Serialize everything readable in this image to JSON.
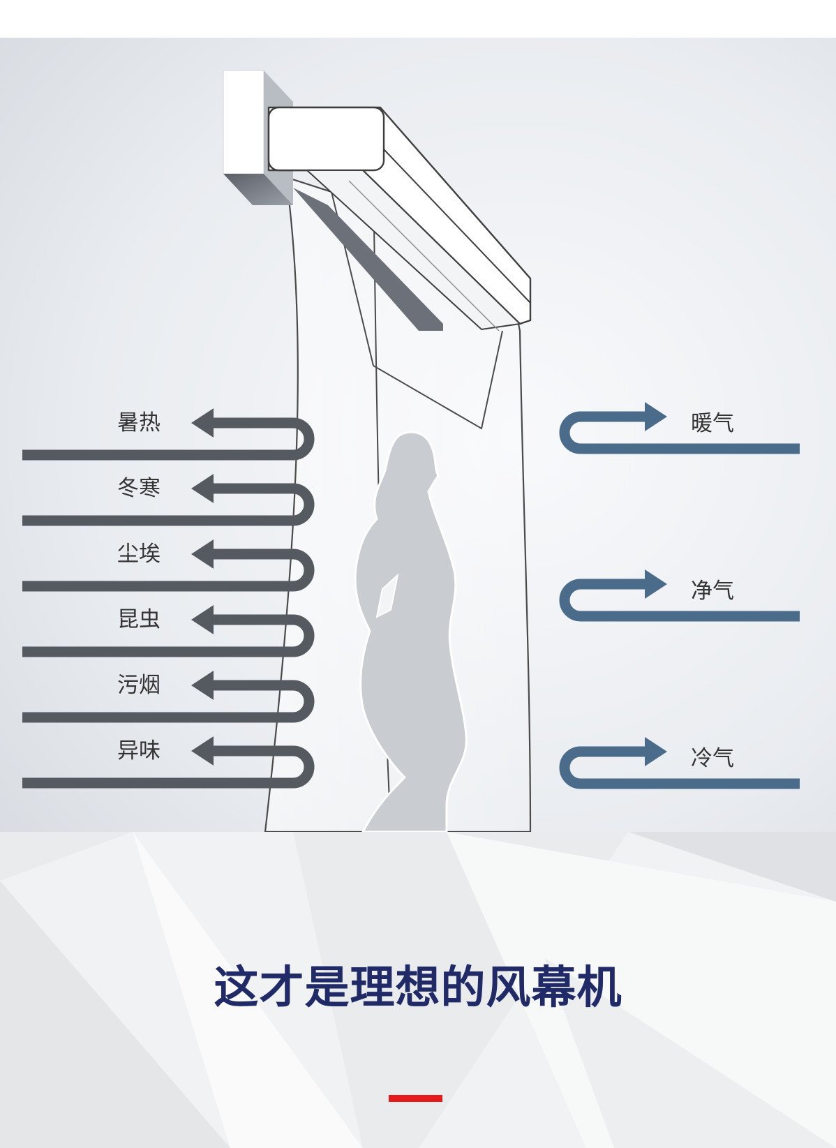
{
  "outside_labels": [
    "暑热",
    "冬寒",
    "尘埃",
    "昆虫",
    "污烟",
    "异味"
  ],
  "inside_labels": [
    "暖气",
    "净气",
    "冷气"
  ],
  "headline": "这才是理想的风幕机",
  "colors": {
    "outside_arrow": "#555a60",
    "inside_arrow": "#4a6b8a",
    "headline": "#1f2a66",
    "accent": "#e31b1b"
  },
  "icons": {
    "outside_arrow": "u-turn-left-arrow-icon",
    "inside_arrow": "u-turn-right-arrow-icon",
    "device": "air-curtain-machine-icon",
    "person": "woman-silhouette-icon"
  }
}
